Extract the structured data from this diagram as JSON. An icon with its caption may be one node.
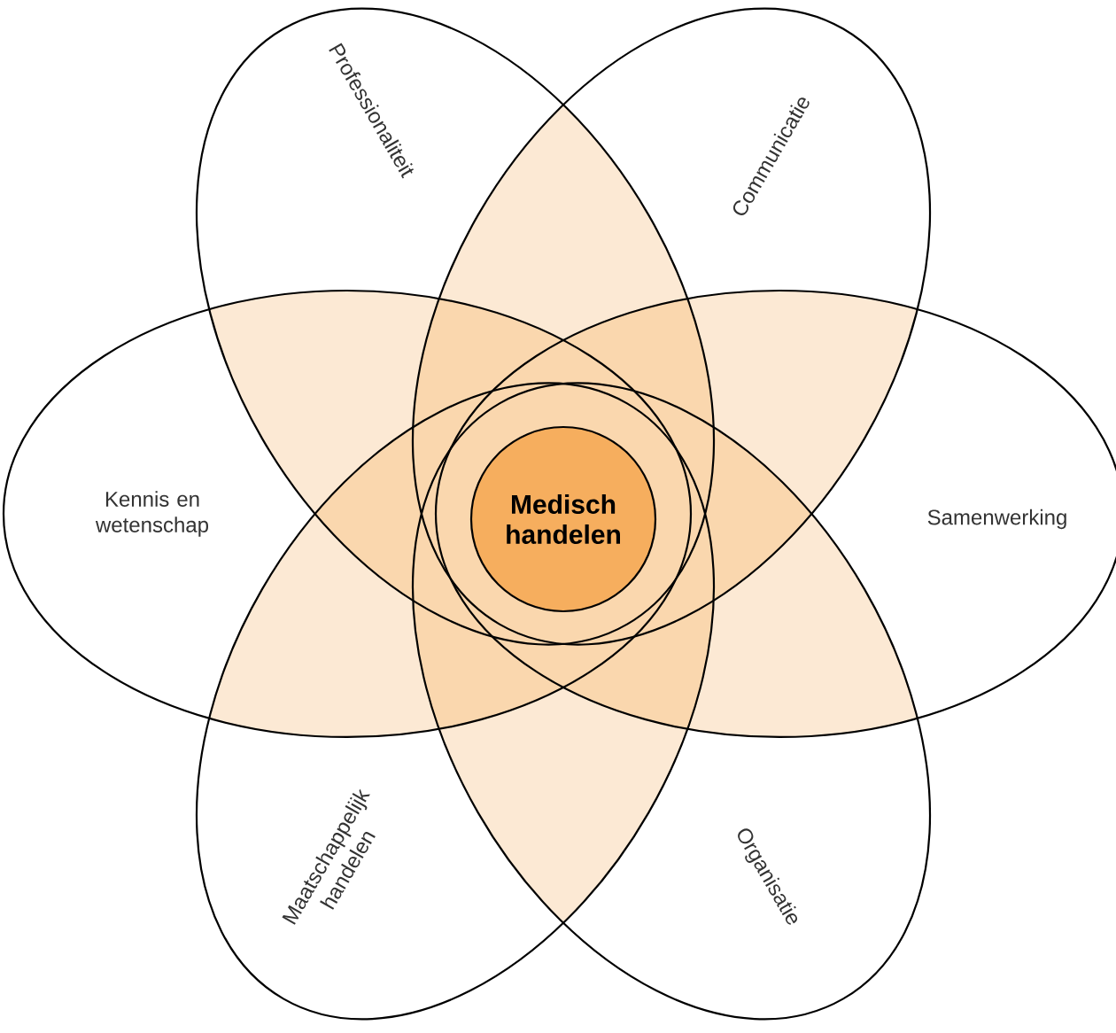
{
  "diagram": {
    "nodes": [
      {
        "text": [
          "Professionaliteit"
        ]
      },
      {
        "text": [
          "Communicatie"
        ]
      },
      {
        "text": [
          "Kennis en wetenschap"
        ]
      },
      {
        "text": [
          "Medisch handelen"
        ]
      },
      {
        "text": [
          "Samenwerking"
        ]
      },
      {
        "text": [
          "Maatschappelijk handelen"
        ]
      },
      {
        "text": [
          "Organisatie"
        ]
      }
    ]
  }
}
